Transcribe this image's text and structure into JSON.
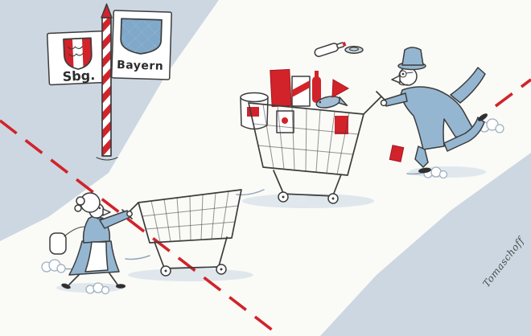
{
  "scene": {
    "left_sign_label": "Sbg.",
    "right_sign_label": "Bayern",
    "artist_signature": "Tomaschoff"
  },
  "colors": {
    "background": "#ccd7e1",
    "road": "#fafaf7",
    "red": "#d2232b",
    "red_dark": "#a3161d",
    "figure_blue": "#95b6d1",
    "lozenge_blue": "#7fa8c9",
    "item_blue": "#a2bfd6",
    "dish_blue": "#c9d6e1",
    "shadow": "#dbe4eb",
    "ink": "#3c3c3c",
    "white": "#ffffff",
    "shoe": "#2f2f2f"
  }
}
